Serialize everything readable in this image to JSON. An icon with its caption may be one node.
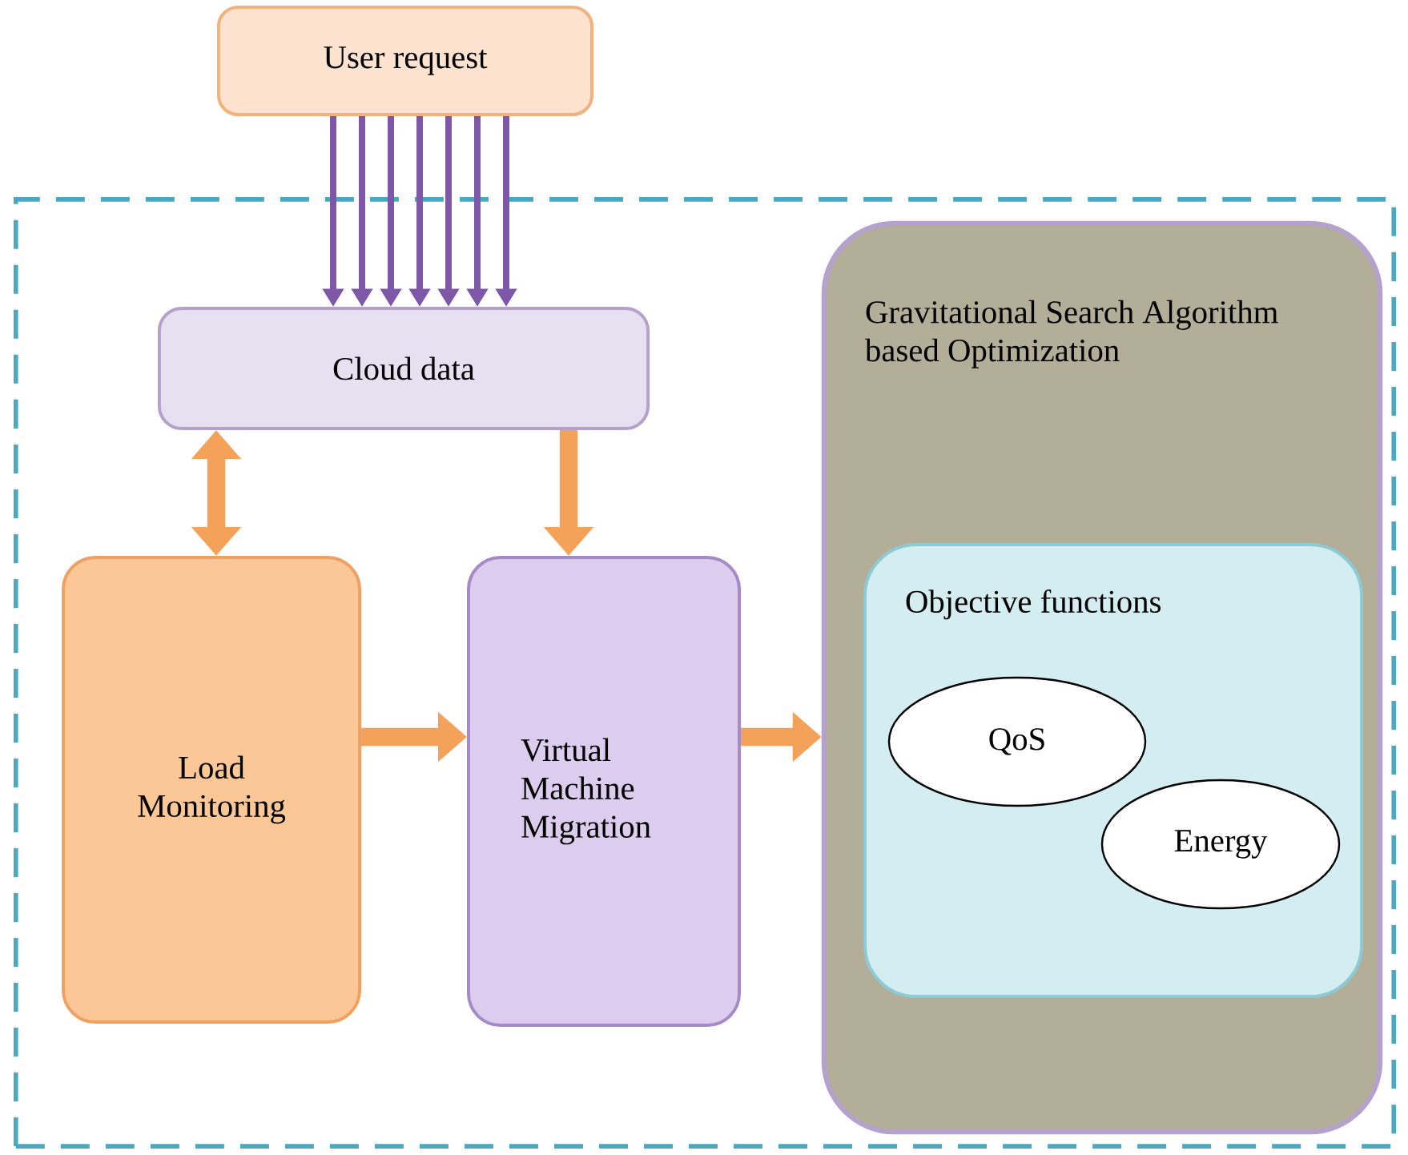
{
  "diagram": {
    "nodes": [
      {
        "text": [],
        "shape": "box"
      },
      {
        "text": [
          "User request"
        ]
      },
      {
        "text": [
          "Cloud data"
        ],
        "in": 0
      },
      {
        "text": [
          "Load Monitoring"
        ],
        "in": 0
      },
      {
        "text": [
          "Virtual Machine Migration"
        ],
        "in": 0
      },
      {
        "text": [
          "Gravitational Search Algorithm based Optimization"
        ],
        "in": 0
      },
      {
        "text": [
          "Objective functions"
        ],
        "in": 5
      },
      {
        "text": [
          "QoS"
        ],
        "in": 6
      },
      {
        "text": [
          "Energy"
        ],
        "in": 6
      }
    ],
    "edges": [
      {
        "from": 1,
        "to": 2,
        "arrow": "to"
      },
      {
        "from": 1,
        "to": 2,
        "arrow": "to"
      },
      {
        "from": 1,
        "to": 2,
        "arrow": "to"
      },
      {
        "from": 1,
        "to": 2,
        "arrow": "to"
      },
      {
        "from": 1,
        "to": 2,
        "arrow": "to"
      },
      {
        "from": 1,
        "to": 2,
        "arrow": "to"
      },
      {
        "from": 1,
        "to": 2,
        "arrow": "to"
      },
      {
        "from": 2,
        "to": 3,
        "arrow": "both",
        "style": "thick",
        "color": "#f4a259"
      },
      {
        "from": 2,
        "to": 4,
        "arrow": "to",
        "style": "thick",
        "color": "#f4a259"
      },
      {
        "from": 3,
        "to": 4,
        "arrow": "to",
        "style": "thick",
        "color": "#f4a259"
      },
      {
        "from": 4,
        "to": 5,
        "arrow": "to",
        "style": "thick",
        "color": "#f4a259"
      }
    ]
  }
}
